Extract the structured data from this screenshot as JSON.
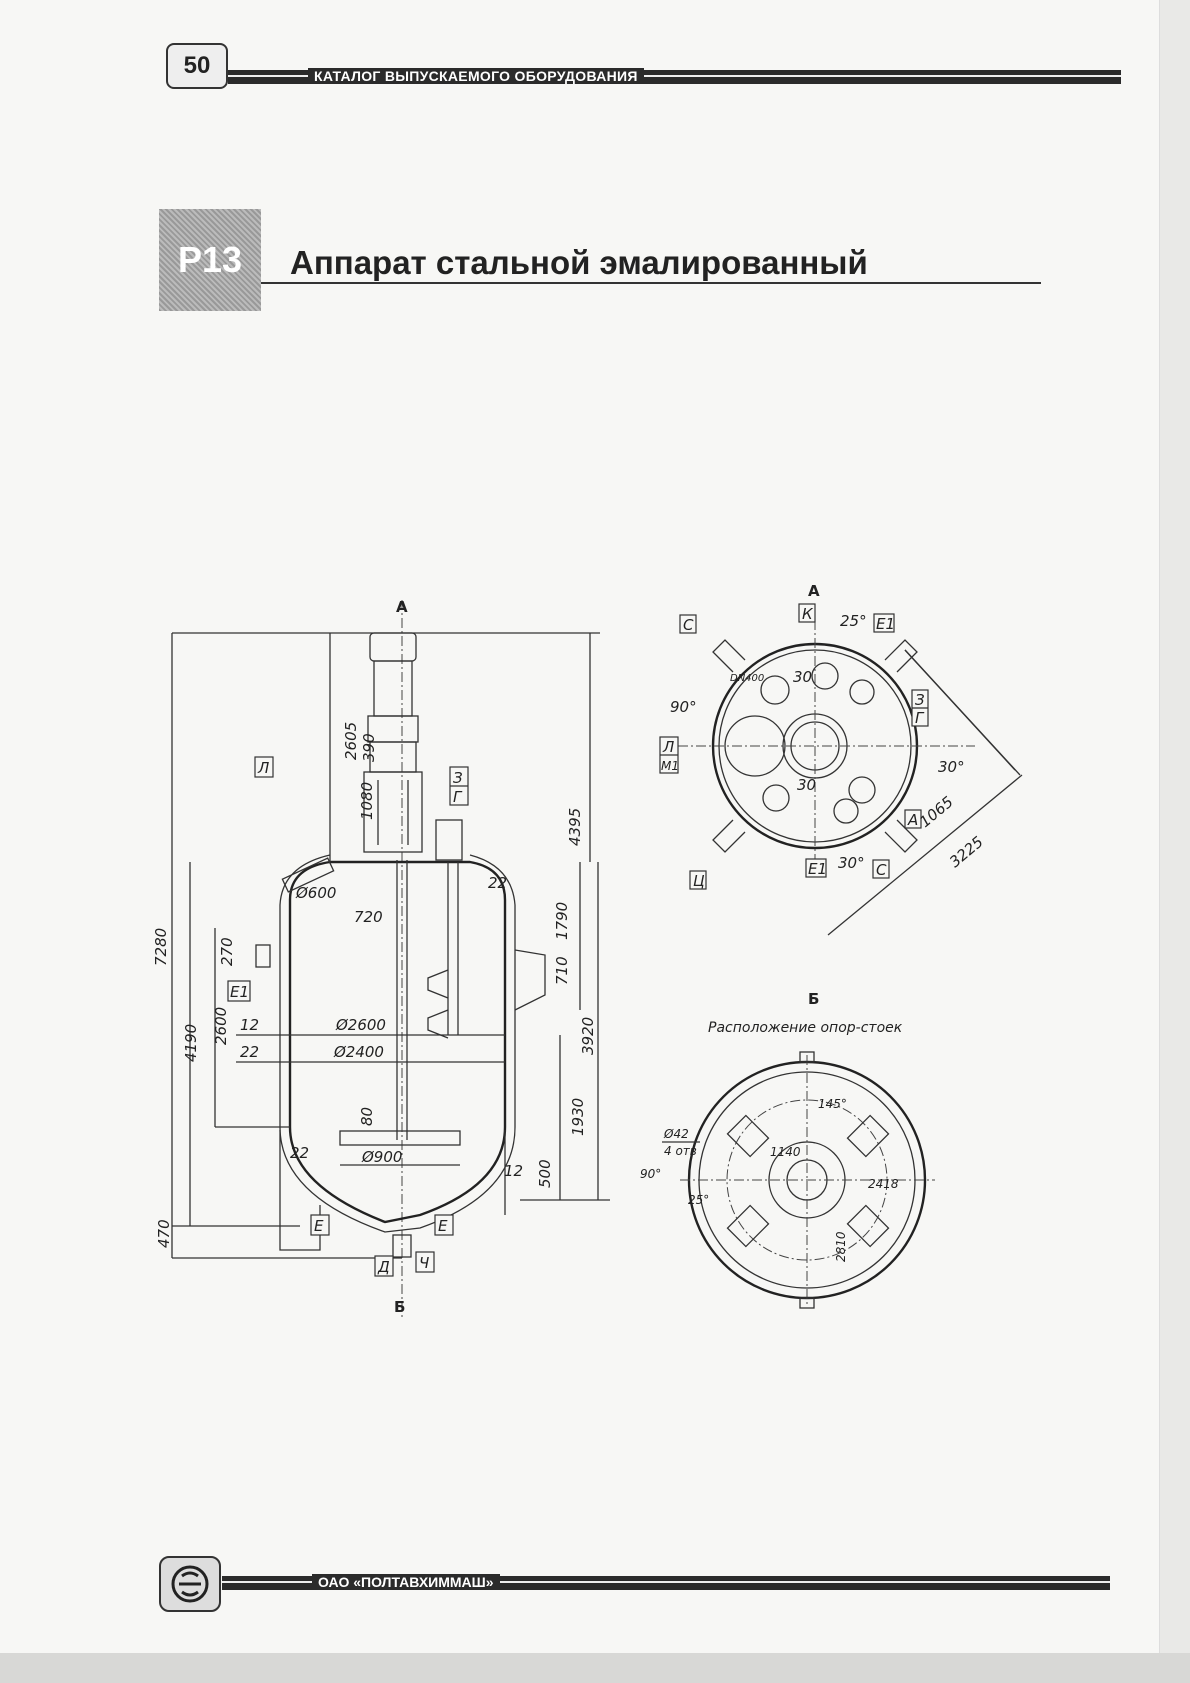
{
  "header": {
    "page_number": "50",
    "catalog_title": "КАТАЛОГ ВЫПУСКАЕМОГО ОБОРУДОВАНИЯ"
  },
  "product": {
    "code": "P13",
    "title": "Аппарат стальной эмалированный"
  },
  "main_view": {
    "view_mark_top": "А",
    "view_mark_bottom": "Б",
    "dims": [
      "2605",
      "390",
      "1080",
      "4395",
      "Ø600",
      "720",
      "22",
      "1790",
      "7280",
      "270",
      "710",
      "4190",
      "2600",
      "12",
      "22",
      "Ø2600",
      "Ø2400",
      "3920",
      "80",
      "1930",
      "22",
      "Ø900",
      "500",
      "12",
      "470"
    ],
    "nozzles": [
      "Л",
      "З",
      "Г",
      "Е1",
      "Е",
      "Е",
      "Д",
      "Ч"
    ]
  },
  "view_a": {
    "title": "А",
    "labels": [
      "К",
      "25°",
      "Е1",
      "С",
      "90°",
      "DN400",
      "30",
      "З",
      "Г",
      "Л",
      "М1",
      "30°",
      "30",
      "А",
      "1065",
      "Ц",
      "Е1",
      "30°",
      "С",
      "3225"
    ]
  },
  "view_b": {
    "title": "Б",
    "caption": "Расположение опор-стоек",
    "labels": [
      "Ø42",
      "4 отв",
      "145°",
      "90°",
      "1140",
      "2418",
      "25°",
      "2810"
    ]
  },
  "footer": {
    "company": "ОАО «ПОЛТАВХИММАШ»"
  }
}
